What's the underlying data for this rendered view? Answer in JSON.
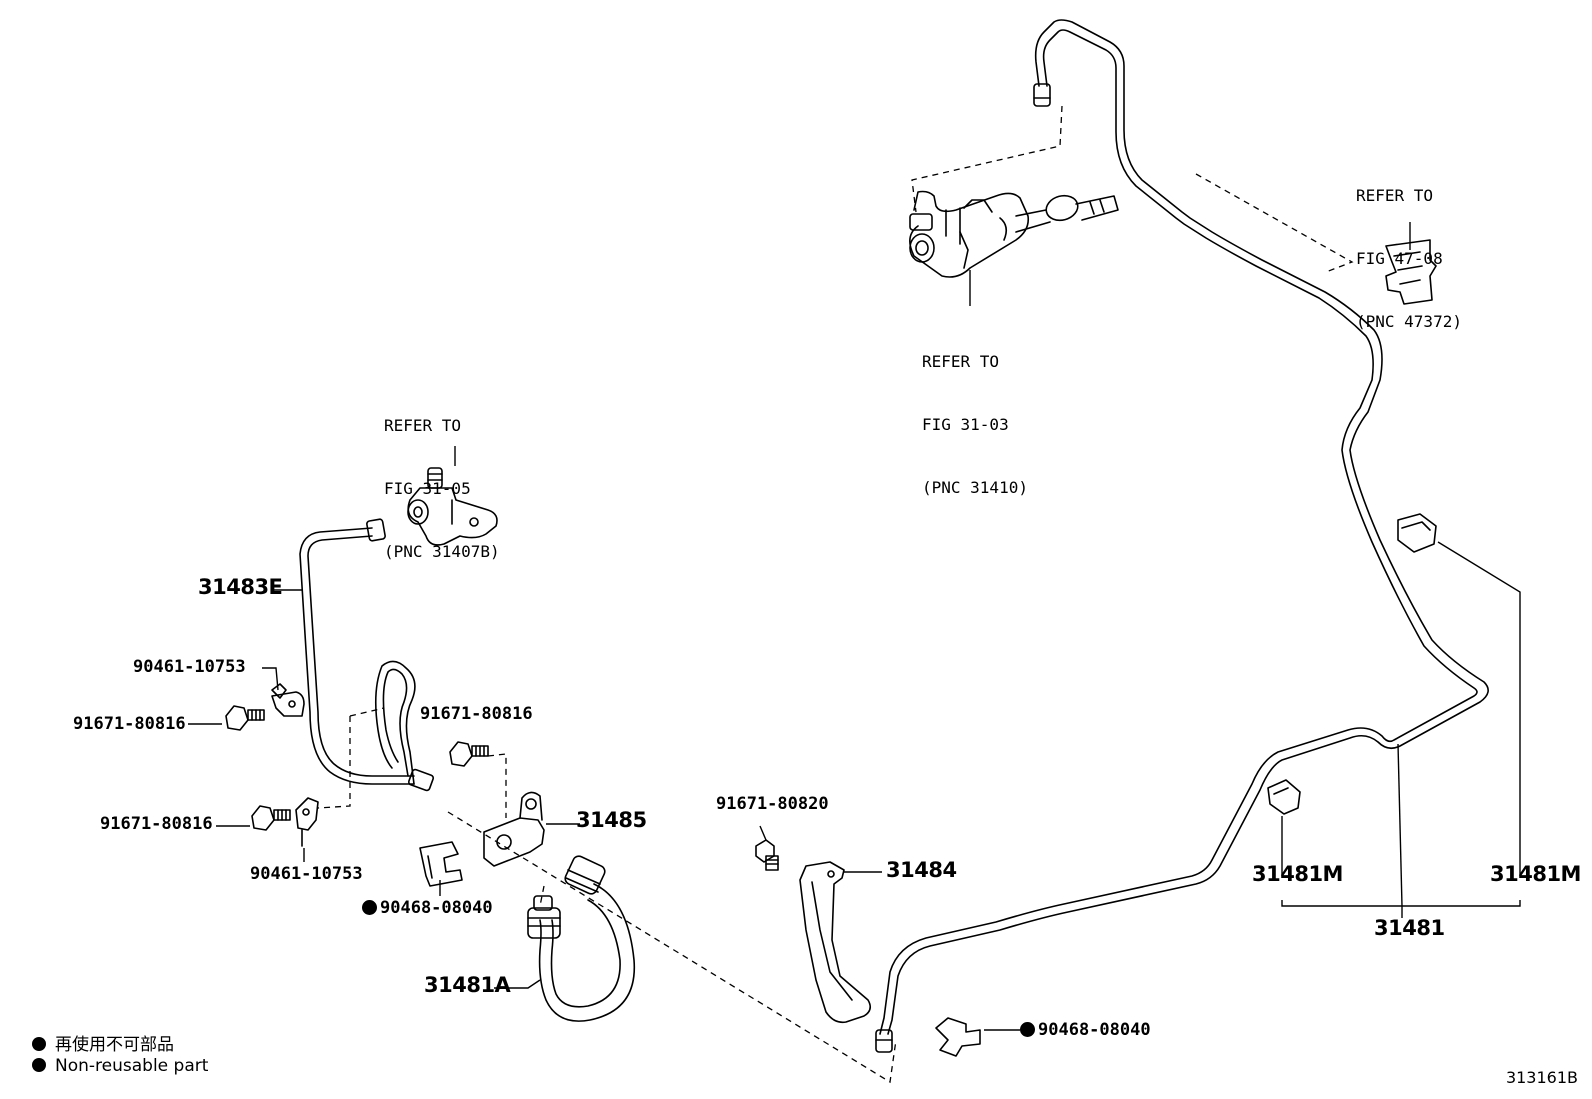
{
  "refers": {
    "fig_31_05": [
      "REFER TO",
      "FIG 31-05",
      "(PNC 31407B)"
    ],
    "fig_31_03": [
      "REFER TO",
      "FIG 31-03",
      "(PNC 31410)"
    ],
    "fig_47_08": [
      "REFER TO",
      "FIG 47-08",
      "(PNC 47372)"
    ]
  },
  "parts": {
    "p31483E": "31483E",
    "p90461_a": "90461-10753",
    "p91671_a": "91671-80816",
    "p91671_b": "91671-80816",
    "p91671_c": "91671-80816",
    "p90461_b": "90461-10753",
    "p31485": "31485",
    "p90468_a": "90468-08040",
    "p31481A": "31481A",
    "p91671_80820": "91671-80820",
    "p31484": "31484",
    "p90468_b": "90468-08040",
    "p31481M_a": "31481M",
    "p31481M_b": "31481M",
    "p31481": "31481"
  },
  "legend": {
    "jp": "再使用不可部品",
    "en": "Non-reusable part"
  },
  "figure_id": "313161B"
}
